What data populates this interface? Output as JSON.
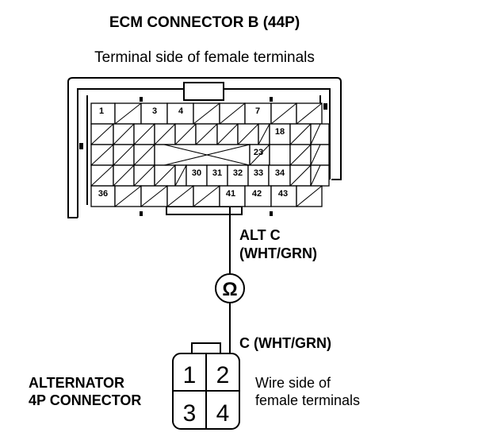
{
  "ecm": {
    "title": "ECM CONNECTOR B (44P)",
    "subtitle": "Terminal side of female terminals",
    "pins": {
      "p1": "1",
      "p3": "3",
      "p4": "4",
      "p7": "7",
      "p18": "18",
      "p23": "23",
      "p30": "30",
      "p31": "31",
      "p32": "32",
      "p33": "33",
      "p34": "34",
      "p36": "36",
      "p41": "41",
      "p42": "42",
      "p43": "43"
    }
  },
  "wire": {
    "upper_name": "ALT C",
    "upper_color": "(WHT/GRN)",
    "lower": "C (WHT/GRN)",
    "meter_symbol": "Ω"
  },
  "alternator": {
    "label_line1": "ALTERNATOR",
    "label_line2": "4P CONNECTOR",
    "pins": {
      "p1": "1",
      "p2": "2",
      "p3": "3",
      "p4": "4"
    },
    "side_line1": "Wire side of",
    "side_line2": "female terminals"
  }
}
